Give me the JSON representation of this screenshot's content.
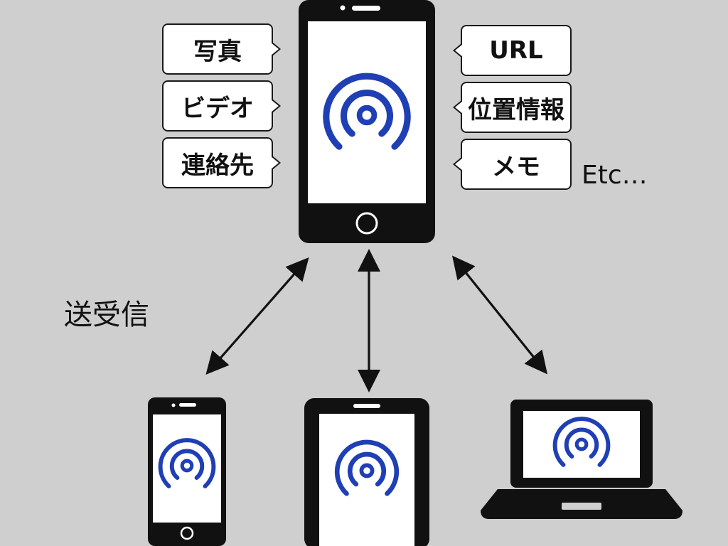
{
  "left_items": [
    "写真",
    "ビデオ",
    "連絡先"
  ],
  "right_items": [
    "URL",
    "位置情報",
    "メモ"
  ],
  "etc_label": "Etc…",
  "transfer_label": "送受信",
  "colors": {
    "background": "#cfcfcf",
    "device_body": "#111111",
    "screen": "#ffffff",
    "airdrop_icon": "#1f3fb5"
  },
  "icons": [
    "smartphone-icon",
    "tablet-icon",
    "laptop-icon",
    "airdrop-icon",
    "double-arrow-icon"
  ]
}
